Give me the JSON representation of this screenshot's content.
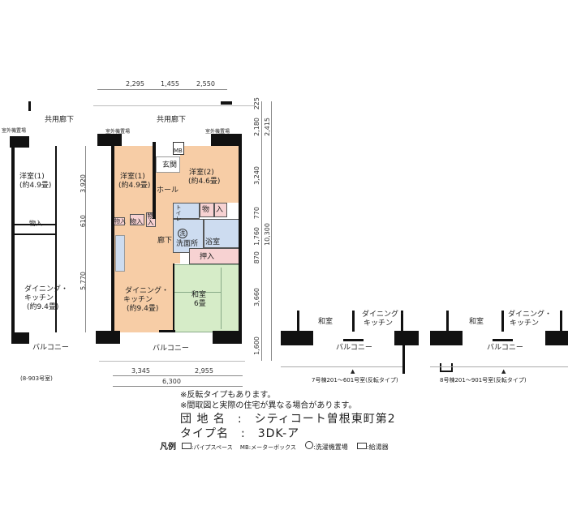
{
  "main_plan": {
    "corridor": "共用廊下",
    "outdoor_unit_left": "室外機置場",
    "outdoor_unit_right": "室外機置場",
    "mb": "MB",
    "entrance": "玄関",
    "hall": "ホール",
    "western1": "洋室(1)",
    "western1_size": "(約4.9畳)",
    "western2": "洋室(2)",
    "western2_size": "(約4.6畳)",
    "toilet": "トイレ",
    "storage": "物入",
    "storage_a": "物",
    "storage_b": "入",
    "corridor_inner": "廊下",
    "washroom": "洗面所",
    "wash_mark": "洗",
    "bath": "浴室",
    "closet": "押入",
    "dk1": "ダイニング・",
    "dk2": "キッチン",
    "dk_size": "(約9.4畳)",
    "japanese": "和室",
    "japanese_size": "6畳",
    "balcony": "バルコニー",
    "dims_top": [
      "2,295",
      "1,455",
      "2,550"
    ],
    "dims_bottom": [
      "3,345",
      "2,955"
    ],
    "dim_total_width": "6,300",
    "dims_right": [
      "225",
      "2,180",
      "3,240",
      "770",
      "1,760",
      "870",
      "3,660",
      "1,600"
    ],
    "dim_right_outer": [
      "2,415",
      "10,300"
    ],
    "dims_left": [
      "3,920",
      "610",
      "5,770"
    ]
  },
  "left_plan": {
    "corridor": "共用廊下",
    "outdoor_unit": "室外機置場",
    "western1": "洋室(1)",
    "western1_size": "(約4.9畳)",
    "storage": "物入",
    "dk1": "ダイニング・",
    "dk2": "キッチン",
    "dk_size": "(約9.4畳)",
    "balcony": "バルコニー",
    "caption": "(8-903号室)"
  },
  "variant1": {
    "japanese": "和室",
    "dk1": "ダイニング・",
    "dk2": "キッチン",
    "balcony": "バルコニー",
    "caption": "7号棟201～601号室(反転タイプ)"
  },
  "variant2": {
    "japanese": "和室",
    "dk1": "ダイニング・",
    "dk2": "キッチン",
    "balcony": "バルコニー",
    "caption": "8号棟201～901号室(反転タイプ)"
  },
  "notes": [
    "※反転タイプもあります。",
    "※間取図と実際の住宅が異なる場合があります。"
  ],
  "complex_label": "団 地 名　:　シティコート曽根東町第2",
  "type_label": "タイプ名　:　3DK-ア",
  "legend": {
    "title": "凡例",
    "items": [
      ":パイプスペース",
      "MB:メーターボックス",
      ":洗濯機置場",
      ":給湯器"
    ]
  }
}
